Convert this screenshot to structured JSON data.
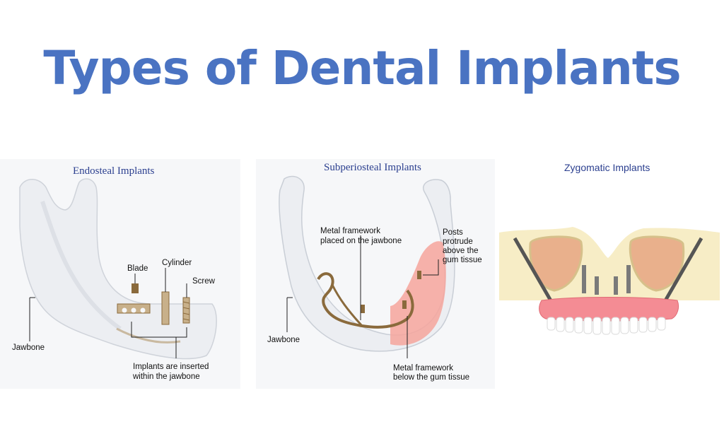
{
  "title": "Types of Dental Implants",
  "panels": {
    "endosteal": {
      "title": "Endosteal Implants",
      "labels": {
        "blade": "Blade",
        "cylinder": "Cylinder",
        "screw": "Screw",
        "jawbone": "Jawbone",
        "inserted_line1": "Implants are inserted",
        "inserted_line2": "within the jawbone"
      }
    },
    "subperiosteal": {
      "title": "Subperiosteal Implants",
      "labels": {
        "framework_on_line1": "Metal framework",
        "framework_on_line2": "placed on the jawbone",
        "posts_line1": "Posts",
        "posts_line2": "protrude",
        "posts_line3": "above the",
        "posts_line4": "gum tissue",
        "jawbone": "Jawbone",
        "framework_below_line1": "Metal framework",
        "framework_below_line2": "below the gum tissue"
      }
    },
    "zygomatic": {
      "title": "Zygomatic Implants"
    }
  },
  "colors": {
    "title": "#4a73c2",
    "panel_title": "#2b3f8f",
    "gum": "#f07f88",
    "bone": "#eef0f3",
    "implant": "#8a6a3c"
  }
}
